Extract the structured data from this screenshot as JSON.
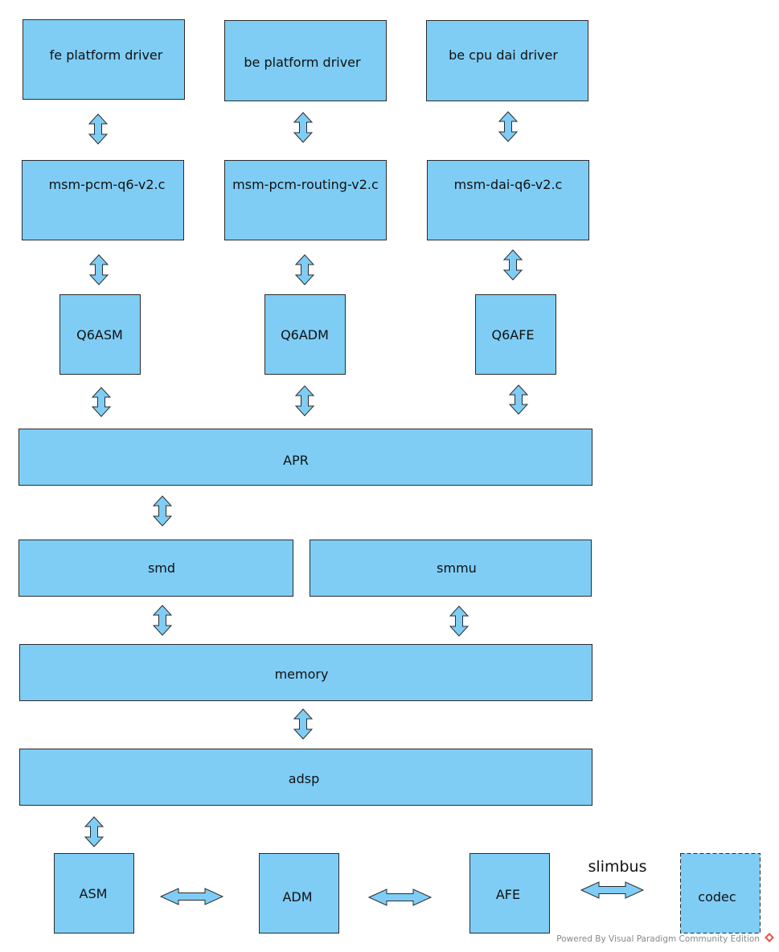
{
  "nodes": {
    "fe_platform_driver": "fe platform driver",
    "be_platform_driver": "be platform driver",
    "be_cpu_dai_driver": "be cpu dai driver",
    "msm_pcm_q6": "msm-pcm-q6-v2.c",
    "msm_pcm_routing": "msm-pcm-routing-v2.c",
    "msm_dai_q6": "msm-dai-q6-v2.c",
    "q6asm": "Q6ASM",
    "q6adm": "Q6ADM",
    "q6afe": "Q6AFE",
    "apr": "APR",
    "smd": "smd",
    "smmu": "smmu",
    "memory": "memory",
    "adsp": "adsp",
    "asm": "ASM",
    "adm": "ADM",
    "afe": "AFE",
    "codec": "codec"
  },
  "edge_labels": {
    "slimbus": "slimbus"
  },
  "watermark": "Powered By Visual Paradigm Community Edition",
  "colors": {
    "box_fill": "#7fcdf5",
    "box_stroke": "#2b2b2b",
    "text": "#111111",
    "watermark_text": "#888888",
    "logo": "#e05a4e"
  }
}
